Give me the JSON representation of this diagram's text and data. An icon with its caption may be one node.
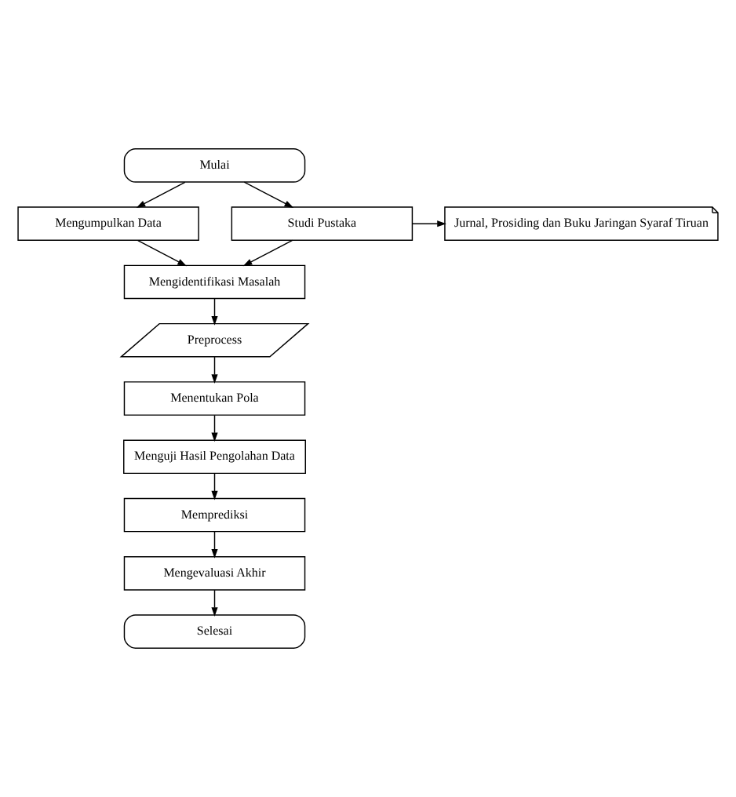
{
  "diagram": {
    "nodes": [
      {
        "text": [
          "Mulai"
        ]
      },
      {
        "text": [
          "Mengumpulkan Data"
        ]
      },
      {
        "text": [
          "Studi Pustaka"
        ]
      },
      {
        "text": [
          "Jurnal, Prosiding dan Buku Jaringan Syaraf Tiruan"
        ]
      },
      {
        "text": [
          "Mengidentifikasi Masalah"
        ]
      },
      {
        "text": [
          "Preprocess"
        ]
      },
      {
        "text": [
          "Menentukan Pola"
        ]
      },
      {
        "text": [
          "Menguji Hasil Pengolahan Data"
        ]
      },
      {
        "text": [
          "Memprediksi"
        ]
      },
      {
        "text": [
          "Mengevaluasi Akhir"
        ]
      },
      {
        "text": [
          "Selesai"
        ]
      }
    ],
    "edges": [
      {
        "from": 0,
        "to": 1,
        "arrow": "to"
      },
      {
        "from": 0,
        "to": 2,
        "arrow": "to"
      },
      {
        "from": 2,
        "to": 3,
        "arrow": "to"
      },
      {
        "from": 1,
        "to": 4,
        "arrow": "to"
      },
      {
        "from": 2,
        "to": 4,
        "arrow": "to"
      },
      {
        "from": 4,
        "to": 5,
        "arrow": "to"
      },
      {
        "from": 5,
        "to": 6,
        "arrow": "to"
      },
      {
        "from": 6,
        "to": 7,
        "arrow": "to"
      },
      {
        "from": 7,
        "to": 8,
        "arrow": "to"
      },
      {
        "from": 8,
        "to": 9,
        "arrow": "to"
      },
      {
        "from": 9,
        "to": 10,
        "arrow": "to"
      }
    ]
  }
}
